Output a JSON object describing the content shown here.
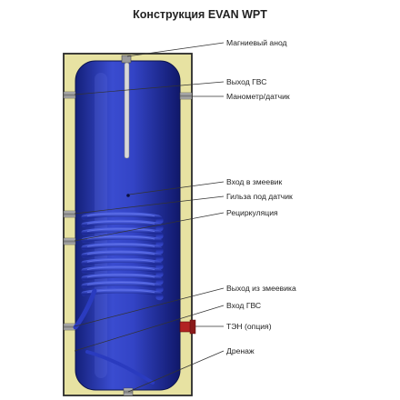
{
  "title": "Конструкция EVAN WPT",
  "labels": {
    "anode": "Магниевый анод",
    "hot_out": "Выход ГВС",
    "manometer": "Манометр/датчик",
    "coil_in": "Вход в змеевик",
    "sensor_sleeve": "Гильза под датчик",
    "recirculation": "Рециркуляция",
    "coil_out": "Выход из змеевика",
    "cold_in": "Вход ГВС",
    "heater": "ТЭН (опция)",
    "drain": "Дренаж"
  },
  "colors": {
    "insulation": "#e7e2a2",
    "casing": "#2a2a2a",
    "tank": "#1f2fb0",
    "leader_line": "#333333",
    "heater": "#b22222"
  }
}
